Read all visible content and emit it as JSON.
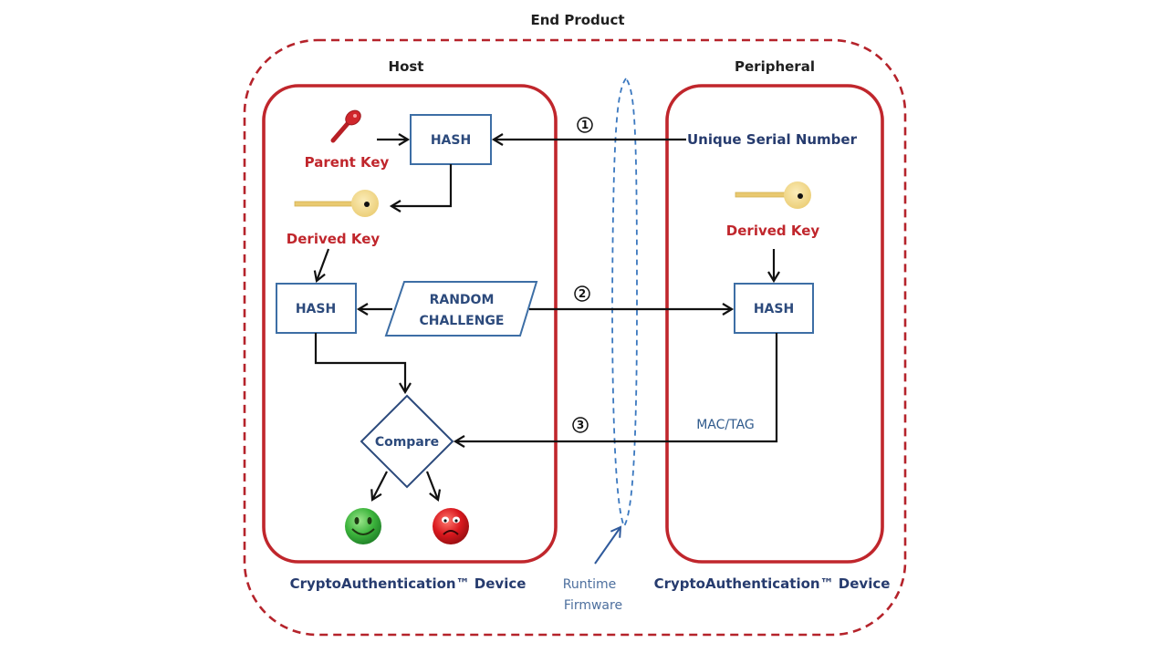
{
  "diagram": {
    "title": "End Product",
    "host": {
      "label": "Host",
      "footer": "CryptoAuthentication™ Device",
      "parent_key_label": "Parent Key",
      "derived_key_label": "Derived Key",
      "hash_top_label": "HASH",
      "hash_mid_label": "HASH",
      "challenge_line1": "RANDOM",
      "challenge_line2": "CHALLENGE",
      "compare_label": "Compare",
      "success_icon": "happy-face-icon",
      "failure_icon": "sad-face-icon"
    },
    "peripheral": {
      "label": "Peripheral",
      "footer": "CryptoAuthentication™ Device",
      "serial_label": "Unique Serial Number",
      "derived_key_label": "Derived Key",
      "hash_label": "HASH",
      "mac_label": "MAC/TAG"
    },
    "runtime": {
      "line1": "Runtime",
      "line2": "Firmware"
    },
    "steps": [
      "①",
      "②",
      "③"
    ],
    "colors": {
      "outer_dash": "#b5232b",
      "device_border": "#c0262c",
      "box_border": "#3d6ea5",
      "arrow": "#111111",
      "runtime": "#3b78bf",
      "key_gold": "#f2d98a",
      "key_red": "#d0262c",
      "happy": "#3cb43c",
      "sad": "#d9181e"
    }
  }
}
